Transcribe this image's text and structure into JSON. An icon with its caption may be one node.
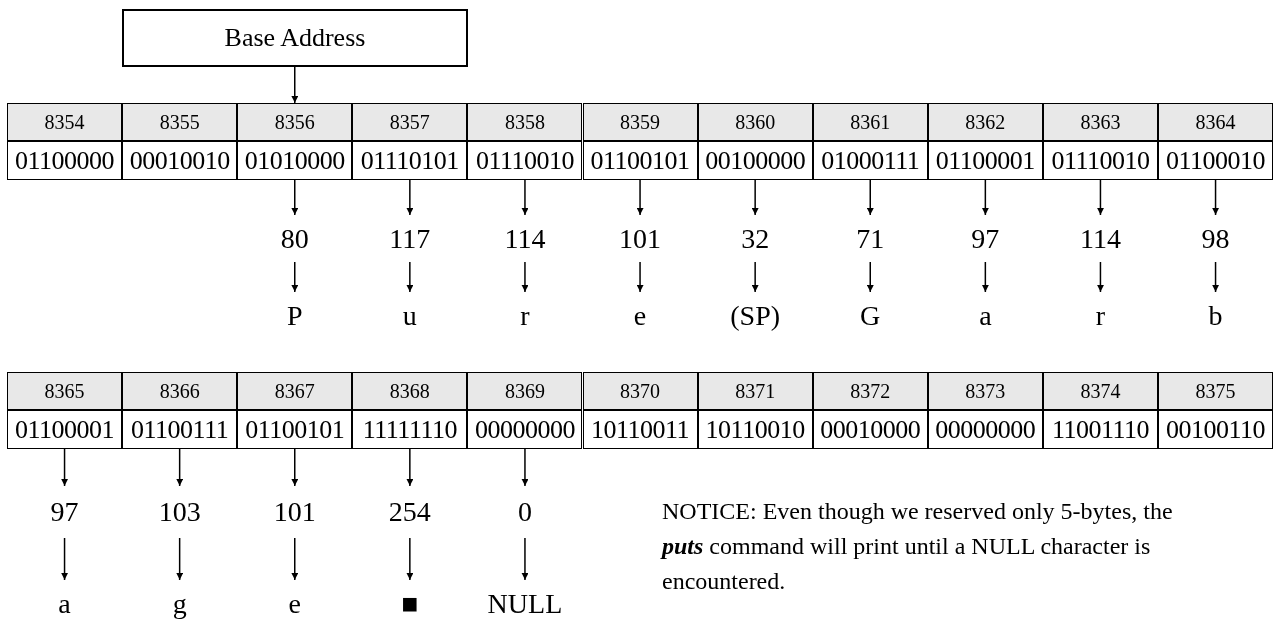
{
  "diagram": {
    "nodes": [
      {
        "text": [
          "Base Address"
        ]
      },
      {
        "text": [
          "8354"
        ]
      },
      {
        "text": [
          "8355"
        ]
      },
      {
        "text": [
          "8356"
        ]
      },
      {
        "text": [
          "8357"
        ]
      },
      {
        "text": [
          "8358"
        ]
      },
      {
        "text": [
          "8359"
        ]
      },
      {
        "text": [
          "8360"
        ]
      },
      {
        "text": [
          "8361"
        ]
      },
      {
        "text": [
          "8362"
        ]
      },
      {
        "text": [
          "8363"
        ]
      },
      {
        "text": [
          "8364"
        ]
      },
      {
        "text": [
          "01100000"
        ]
      },
      {
        "text": [
          "00010010"
        ]
      },
      {
        "text": [
          "01010000"
        ]
      },
      {
        "text": [
          "01110101"
        ]
      },
      {
        "text": [
          "01110010"
        ]
      },
      {
        "text": [
          "01100101"
        ]
      },
      {
        "text": [
          "00100000"
        ]
      },
      {
        "text": [
          "01000111"
        ]
      },
      {
        "text": [
          "01100001"
        ]
      },
      {
        "text": [
          "01110010"
        ]
      },
      {
        "text": [
          "01100010"
        ]
      },
      {
        "text": [
          "80"
        ]
      },
      {
        "text": [
          "117"
        ]
      },
      {
        "text": [
          "114"
        ]
      },
      {
        "text": [
          "101"
        ]
      },
      {
        "text": [
          "32"
        ]
      },
      {
        "text": [
          "71"
        ]
      },
      {
        "text": [
          "97"
        ]
      },
      {
        "text": [
          "114"
        ]
      },
      {
        "text": [
          "98"
        ]
      },
      {
        "text": [
          "P"
        ]
      },
      {
        "text": [
          "u"
        ]
      },
      {
        "text": [
          "r"
        ]
      },
      {
        "text": [
          "e"
        ]
      },
      {
        "text": [
          "(SP)"
        ]
      },
      {
        "text": [
          "G"
        ]
      },
      {
        "text": [
          "a"
        ]
      },
      {
        "text": [
          "r"
        ]
      },
      {
        "text": [
          "b"
        ]
      },
      {
        "text": [
          "8365"
        ]
      },
      {
        "text": [
          "8366"
        ]
      },
      {
        "text": [
          "8367"
        ]
      },
      {
        "text": [
          "8368"
        ]
      },
      {
        "text": [
          "8369"
        ]
      },
      {
        "text": [
          "8370"
        ]
      },
      {
        "text": [
          "8371"
        ]
      },
      {
        "text": [
          "8372"
        ]
      },
      {
        "text": [
          "8373"
        ]
      },
      {
        "text": [
          "8374"
        ]
      },
      {
        "text": [
          "8375"
        ]
      },
      {
        "text": [
          "01100001"
        ]
      },
      {
        "text": [
          "01100111"
        ]
      },
      {
        "text": [
          "01100101"
        ]
      },
      {
        "text": [
          "11111110"
        ]
      },
      {
        "text": [
          "00000000"
        ]
      },
      {
        "text": [
          "10110011"
        ]
      },
      {
        "text": [
          "10110010"
        ]
      },
      {
        "text": [
          "00010000"
        ]
      },
      {
        "text": [
          "00000000"
        ]
      },
      {
        "text": [
          "11001110"
        ]
      },
      {
        "text": [
          "00100110"
        ]
      },
      {
        "text": [
          "97"
        ]
      },
      {
        "text": [
          "103"
        ]
      },
      {
        "text": [
          "101"
        ]
      },
      {
        "text": [
          "254"
        ]
      },
      {
        "text": [
          "0"
        ]
      },
      {
        "text": [
          "a"
        ]
      },
      {
        "text": [
          "g"
        ]
      },
      {
        "text": [
          "e"
        ]
      },
      {
        "text": [
          "■"
        ]
      },
      {
        "text": [
          "NULL"
        ]
      }
    ],
    "edges": [
      {
        "from": 0,
        "to": 3,
        "arrow": "to"
      },
      {
        "from": 14,
        "to": 23,
        "arrow": "to"
      },
      {
        "from": 15,
        "to": 24,
        "arrow": "to"
      },
      {
        "from": 16,
        "to": 25,
        "arrow": "to"
      },
      {
        "from": 17,
        "to": 26,
        "arrow": "to"
      },
      {
        "from": 18,
        "to": 27,
        "arrow": "to"
      },
      {
        "from": 19,
        "to": 28,
        "arrow": "to"
      },
      {
        "from": 20,
        "to": 29,
        "arrow": "to"
      },
      {
        "from": 21,
        "to": 30,
        "arrow": "to"
      },
      {
        "from": 22,
        "to": 31,
        "arrow": "to"
      },
      {
        "from": 23,
        "to": 32,
        "arrow": "to"
      },
      {
        "from": 24,
        "to": 33,
        "arrow": "to"
      },
      {
        "from": 25,
        "to": 34,
        "arrow": "to"
      },
      {
        "from": 26,
        "to": 35,
        "arrow": "to"
      },
      {
        "from": 27,
        "to": 36,
        "arrow": "to"
      },
      {
        "from": 28,
        "to": 37,
        "arrow": "to"
      },
      {
        "from": 29,
        "to": 38,
        "arrow": "to"
      },
      {
        "from": 30,
        "to": 39,
        "arrow": "to"
      },
      {
        "from": 31,
        "to": 40,
        "arrow": "to"
      },
      {
        "from": 52,
        "to": 63,
        "arrow": "to"
      },
      {
        "from": 53,
        "to": 64,
        "arrow": "to"
      },
      {
        "from": 54,
        "to": 65,
        "arrow": "to"
      },
      {
        "from": 55,
        "to": 66,
        "arrow": "to"
      },
      {
        "from": 56,
        "to": 67,
        "arrow": "to"
      },
      {
        "from": 63,
        "to": 68,
        "arrow": "to"
      },
      {
        "from": 64,
        "to": 69,
        "arrow": "to"
      },
      {
        "from": 65,
        "to": 70,
        "arrow": "to"
      },
      {
        "from": 66,
        "to": 71,
        "arrow": "to"
      },
      {
        "from": 67,
        "to": 72,
        "arrow": "to"
      }
    ],
    "labels": [
      "NOTICE: Even though we reserved only 5-bytes, the **puts** command will print until a NULL character is encountered."
    ]
  }
}
